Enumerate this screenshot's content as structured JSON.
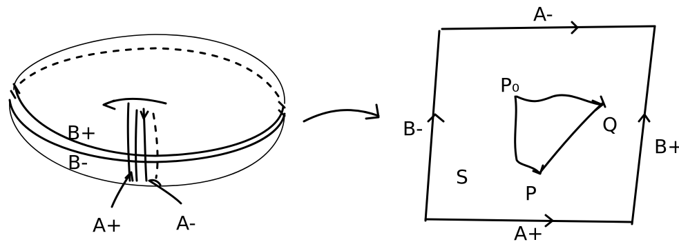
{
  "labels": {
    "b_plus": "B+",
    "b_minus": "B-",
    "a_plus_left": "A+",
    "a_minus_left": "A-",
    "a_minus_top": "A-",
    "a_plus_bottom": "A+",
    "b_minus_right": "B-",
    "b_plus_right": "B+",
    "p0": "P₀",
    "q": "Q",
    "p": "P",
    "s": "S"
  }
}
